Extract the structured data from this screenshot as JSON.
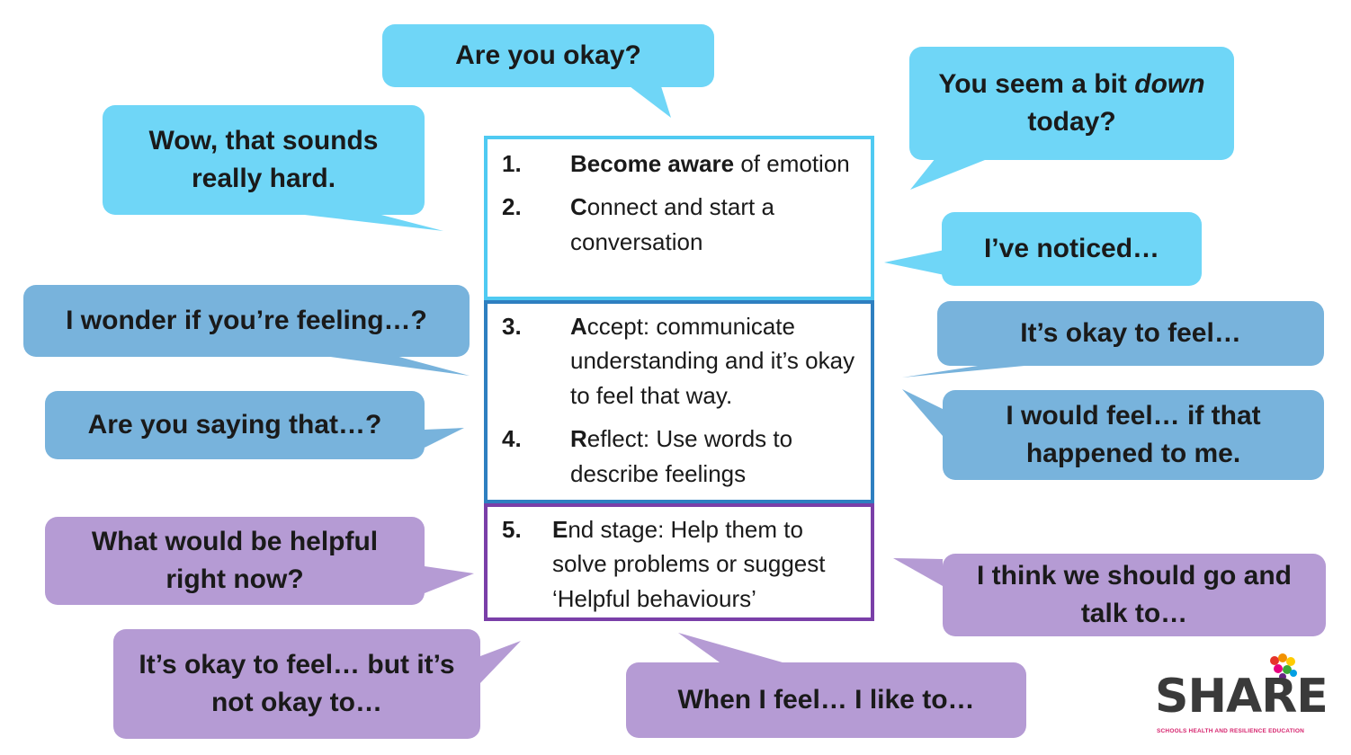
{
  "colors": {
    "cyan": "#6fd6f7",
    "blue": "#78b3dc",
    "purple": "#b59bd4",
    "border_cyan": "#4fcaf2",
    "border_blue": "#2e7fc0",
    "border_purple": "#7a3fa8"
  },
  "bubbles": {
    "are_you_okay": "Are you okay?",
    "you_seem_down_pre": "You seem a bit ",
    "you_seem_down_em": "down",
    "you_seem_down_post": "today?",
    "wow_hard_1": "Wow, that sounds",
    "wow_hard_2": "really hard.",
    "ive_noticed": "I’ve noticed…",
    "i_wonder": "I wonder if you’re feeling…?",
    "okay_to_feel": "It’s okay to feel…",
    "are_you_saying": "Are you saying that…?",
    "i_would_feel_1": "I would feel… if that",
    "i_would_feel_2": "happened to me.",
    "what_helpful_1": "What would be helpful",
    "what_helpful_2": "right now?",
    "go_talk_1": "I think we should go and",
    "go_talk_2": "talk to…",
    "okay_but_not_1": "It’s okay to feel… but it’s",
    "okay_but_not_2": "not okay to…",
    "when_i_feel": "When I feel… I like to…"
  },
  "steps": [
    {
      "num": "1.",
      "bold": "Become aware",
      "text": " of emotion"
    },
    {
      "num": "2.",
      "bold": "C",
      "text": "onnect and start a conversation"
    },
    {
      "num": "3.",
      "bold": "A",
      "text": "ccept: communicate understanding and it’s okay to feel that way."
    },
    {
      "num": "4.",
      "bold": "R",
      "text": "eflect: Use words to describe feelings"
    },
    {
      "num": "5.",
      "bold": "E",
      "text": "nd stage: Help them to solve problems or suggest ‘Helpful behaviours’"
    }
  ],
  "logo": {
    "word": "SHARE",
    "tagline": "SCHOOLS HEALTH AND RESILIENCE EDUCATION",
    "dot_colors": [
      "#e6332a",
      "#f29100",
      "#ffcc00",
      "#3aaa35",
      "#009fe3",
      "#662483",
      "#e6007e"
    ]
  }
}
